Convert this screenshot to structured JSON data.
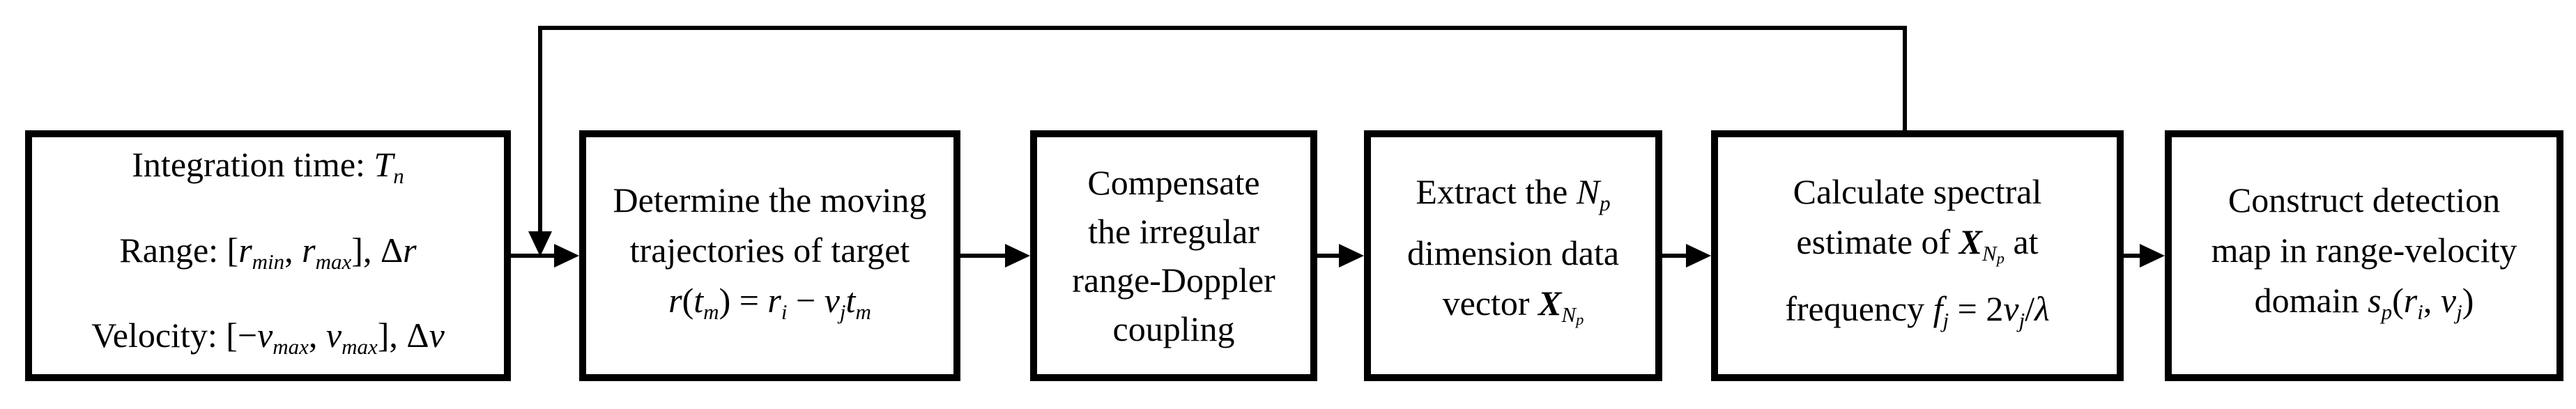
{
  "figure": {
    "type": "flowchart",
    "background": "#ffffff",
    "line_color": "#000000",
    "text_color": "#000000",
    "flow": {
      "forward_arrows": [
        {
          "from": "input-parameters",
          "to": "determine-trajectories"
        },
        {
          "from": "determine-trajectories",
          "to": "compensate-coupling"
        },
        {
          "from": "compensate-coupling",
          "to": "extract-data-vector"
        },
        {
          "from": "extract-data-vector",
          "to": "spectral-estimate"
        },
        {
          "from": "spectral-estimate",
          "to": "detection-map"
        }
      ],
      "feedback_arrow": {
        "from": "spectral-estimate",
        "to": "determine-trajectories",
        "route": "over-top"
      }
    }
  },
  "boxes": [
    {
      "id": "input-parameters",
      "lines": [
        [
          {
            "t": "Integration time: "
          },
          {
            "t": "T",
            "i": 1
          },
          {
            "t": "n",
            "i": 1,
            "l": 1
          }
        ],
        [
          {
            "t": "Range: ["
          },
          {
            "t": "r",
            "i": 1
          },
          {
            "t": "min",
            "i": 1,
            "l": 1
          },
          {
            "t": ", "
          },
          {
            "t": "r",
            "i": 1
          },
          {
            "t": "max",
            "i": 1,
            "l": 1
          },
          {
            "t": "], Δ"
          },
          {
            "t": "r",
            "i": 1
          }
        ],
        [
          {
            "t": "Velocity: [−"
          },
          {
            "t": "v",
            "i": 1
          },
          {
            "t": "max",
            "i": 1,
            "l": 1
          },
          {
            "t": ", "
          },
          {
            "t": "v",
            "i": 1
          },
          {
            "t": "max",
            "i": 1,
            "l": 1
          },
          {
            "t": "], Δ"
          },
          {
            "t": "v",
            "i": 1
          }
        ]
      ]
    },
    {
      "id": "determine-trajectories",
      "lines": [
        [
          {
            "t": "Determine the moving"
          }
        ],
        [
          {
            "t": "trajectories of target"
          }
        ],
        [
          {
            "t": "r",
            "i": 1
          },
          {
            "t": "("
          },
          {
            "t": "t",
            "i": 1
          },
          {
            "t": "m",
            "i": 1,
            "l": 1
          },
          {
            "t": ") = "
          },
          {
            "t": "r",
            "i": 1
          },
          {
            "t": "i",
            "i": 1,
            "l": 1
          },
          {
            "t": " − "
          },
          {
            "t": "v",
            "i": 1
          },
          {
            "t": "j",
            "i": 1,
            "l": 1
          },
          {
            "t": "t",
            "i": 1
          },
          {
            "t": "m",
            "i": 1,
            "l": 1
          }
        ]
      ]
    },
    {
      "id": "compensate-coupling",
      "lines": [
        [
          {
            "t": "Compensate"
          }
        ],
        [
          {
            "t": "the irregular"
          }
        ],
        [
          {
            "t": "range-Doppler"
          }
        ],
        [
          {
            "t": "coupling"
          }
        ]
      ]
    },
    {
      "id": "extract-data-vector",
      "lines": [
        [
          {
            "t": "Extract the "
          },
          {
            "t": "N",
            "i": 1
          },
          {
            "t": "p",
            "i": 1,
            "l": 1
          }
        ],
        [
          {
            "t": "dimension data"
          }
        ],
        [
          {
            "t": "vector "
          },
          {
            "t": "X",
            "i": 1,
            "b": 1
          },
          {
            "t": "N",
            "i": 1,
            "l": 1
          },
          {
            "t": "p",
            "i": 1,
            "l": 2
          }
        ]
      ]
    },
    {
      "id": "spectral-estimate",
      "lines": [
        [
          {
            "t": "Calculate spectral"
          }
        ],
        [
          {
            "t": "estimate of "
          },
          {
            "t": "X",
            "i": 1,
            "b": 1
          },
          {
            "t": "N",
            "i": 1,
            "l": 1
          },
          {
            "t": "p",
            "i": 1,
            "l": 2
          },
          {
            "t": " at"
          }
        ],
        [
          {
            "t": "frequency "
          },
          {
            "t": "f",
            "i": 1
          },
          {
            "t": "j",
            "i": 1,
            "l": 1
          },
          {
            "t": " = 2"
          },
          {
            "t": "v",
            "i": 1
          },
          {
            "t": "j",
            "i": 1,
            "l": 1
          },
          {
            "t": "/"
          },
          {
            "t": "λ",
            "i": 1
          }
        ]
      ]
    },
    {
      "id": "detection-map",
      "lines": [
        [
          {
            "t": "Construct detection"
          }
        ],
        [
          {
            "t": "map in range-velocity"
          }
        ],
        [
          {
            "t": "domain "
          },
          {
            "t": "s",
            "i": 1
          },
          {
            "t": "p",
            "i": 1,
            "l": 1
          },
          {
            "t": "("
          },
          {
            "t": "r",
            "i": 1
          },
          {
            "t": "i",
            "i": 1,
            "l": 1
          },
          {
            "t": ", "
          },
          {
            "t": "v",
            "i": 1
          },
          {
            "t": "j",
            "i": 1,
            "l": 1
          },
          {
            "t": ")"
          }
        ]
      ]
    }
  ]
}
